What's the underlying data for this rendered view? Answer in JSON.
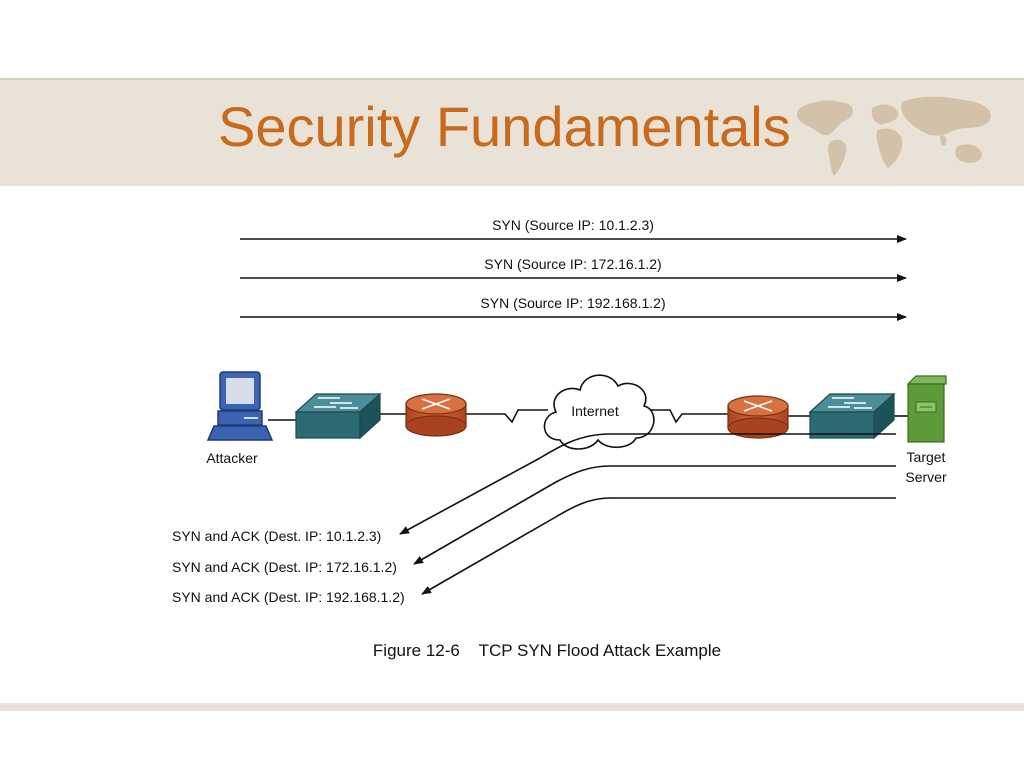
{
  "slide": {
    "title": "Security Fundamentals",
    "caption_number": "Figure 12-6",
    "caption_text": "TCP SYN Flood Attack Example"
  },
  "diagram": {
    "syn_messages": [
      "SYN (Source IP: 10.1.2.3)",
      "SYN (Source IP: 172.16.1.2)",
      "SYN (Source IP: 192.168.1.2)"
    ],
    "synack_messages": [
      "SYN and ACK (Dest. IP: 10.1.2.3)",
      "SYN and ACK (Dest. IP: 172.16.1.2)",
      "SYN and ACK (Dest. IP: 192.168.1.2)"
    ],
    "attacker_label": "Attacker",
    "internet_label": "Internet",
    "target_label_line1": "Target",
    "target_label_line2": "Server"
  },
  "colors": {
    "title": "#c8691c",
    "band": "#e9e2d6",
    "switch": "#2d6b73",
    "router": "#c8552a",
    "server": "#5c9a3a",
    "pc": "#3b63b0"
  },
  "icons": [
    "world-map-icon",
    "pc-icon",
    "switch-icon",
    "router-icon",
    "cloud-icon",
    "server-icon"
  ]
}
